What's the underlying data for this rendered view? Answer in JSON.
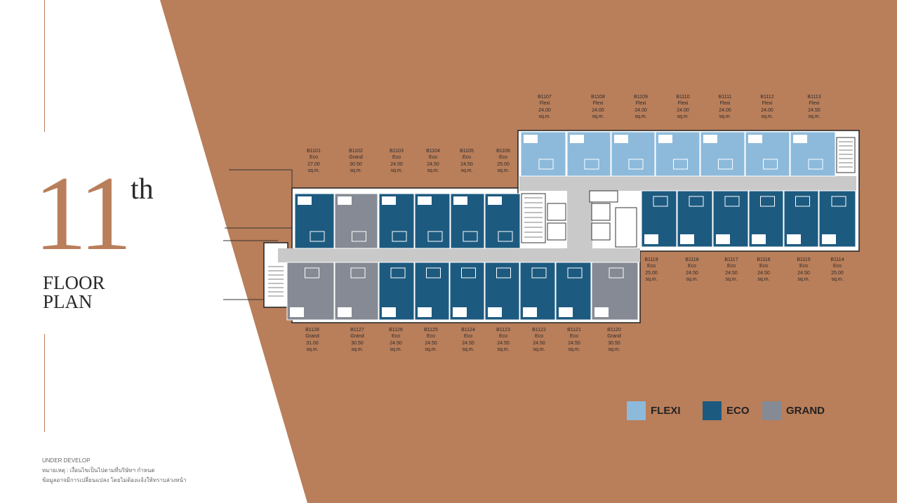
{
  "floor": {
    "number": "11",
    "suffix": "th",
    "title_line1": "FLOOR",
    "title_line2": "PLAN"
  },
  "notes": {
    "status": "UNDER DEVELOP",
    "line1": "หมายเหตุ : เงื่อนไขเป็นไปตามที่บริษัทฯ กำหนด",
    "line2": "ข้อมูลอาจมีการเปลี่ยนแปลง โดยไม่ต้องแจ้งให้ทราบล่วงหน้า"
  },
  "colors": {
    "flexi": "#8dbadb",
    "eco": "#1d5a80",
    "grand": "#858a94",
    "corridor": "#c9c9c9",
    "background": "#b97e5a"
  },
  "legend": [
    {
      "label": "FLEXI",
      "color": "#8dbadb"
    },
    {
      "label": "ECO",
      "color": "#1d5a80"
    },
    {
      "label": "GRAND",
      "color": "#858a94"
    }
  ],
  "units": [
    {
      "id": "B1101",
      "type": "Eco",
      "area": "27.00",
      "unit": "sq.m."
    },
    {
      "id": "B1102",
      "type": "Grand",
      "area": "30.50",
      "unit": "sq.m."
    },
    {
      "id": "B1103",
      "type": "Eco",
      "area": "24.50",
      "unit": "sq.m."
    },
    {
      "id": "B1104",
      "type": "Eco",
      "area": "24.50",
      "unit": "sq.m."
    },
    {
      "id": "B1105",
      "type": "Eco",
      "area": "24.50",
      "unit": "sq.m."
    },
    {
      "id": "B1106",
      "type": "Eco",
      "area": "25.00",
      "unit": "sq.m."
    },
    {
      "id": "B1107",
      "type": "Flexi",
      "area": "24.00",
      "unit": "sq.m."
    },
    {
      "id": "B1108",
      "type": "Flexi",
      "area": "24.00",
      "unit": "sq.m."
    },
    {
      "id": "B1109",
      "type": "Flexi",
      "area": "24.00",
      "unit": "sq.m."
    },
    {
      "id": "B1110",
      "type": "Flexi",
      "area": "24.00",
      "unit": "sq.m."
    },
    {
      "id": "B1111",
      "type": "Flexi",
      "area": "24.00",
      "unit": "sq.m."
    },
    {
      "id": "B1112",
      "type": "Flexi",
      "area": "24.00",
      "unit": "sq.m."
    },
    {
      "id": "B1113",
      "type": "Flexi",
      "area": "24.50",
      "unit": "sq.m."
    },
    {
      "id": "B1114",
      "type": "Eco",
      "area": "25.00",
      "unit": "sq.m."
    },
    {
      "id": "B1115",
      "type": "Eco",
      "area": "24.50",
      "unit": "sq.m."
    },
    {
      "id": "B1116",
      "type": "Eco",
      "area": "24.50",
      "unit": "sq.m."
    },
    {
      "id": "B1117",
      "type": "Eco",
      "area": "24.50",
      "unit": "sq.m."
    },
    {
      "id": "B1118",
      "type": "Eco",
      "area": "24.50",
      "unit": "sq.m."
    },
    {
      "id": "B1119",
      "type": "Eco",
      "area": "25.00",
      "unit": "sq.m."
    },
    {
      "id": "B1120",
      "type": "Grand",
      "area": "30.50",
      "unit": "sq.m."
    },
    {
      "id": "B1121",
      "type": "Eco",
      "area": "24.50",
      "unit": "sq.m."
    },
    {
      "id": "B1122",
      "type": "Eco",
      "area": "24.50",
      "unit": "sq.m."
    },
    {
      "id": "B1123",
      "type": "Eco",
      "area": "24.50",
      "unit": "sq.m."
    },
    {
      "id": "B1124",
      "type": "Eco",
      "area": "24.50",
      "unit": "sq.m."
    },
    {
      "id": "B1125",
      "type": "Eco",
      "area": "24.50",
      "unit": "sq.m."
    },
    {
      "id": "B1126",
      "type": "Eco",
      "area": "24.50",
      "unit": "sq.m."
    },
    {
      "id": "B1127",
      "type": "Grand",
      "area": "30.50",
      "unit": "sq.m."
    },
    {
      "id": "B1128",
      "type": "Grand",
      "area": "31.00",
      "unit": "sq.m."
    }
  ]
}
